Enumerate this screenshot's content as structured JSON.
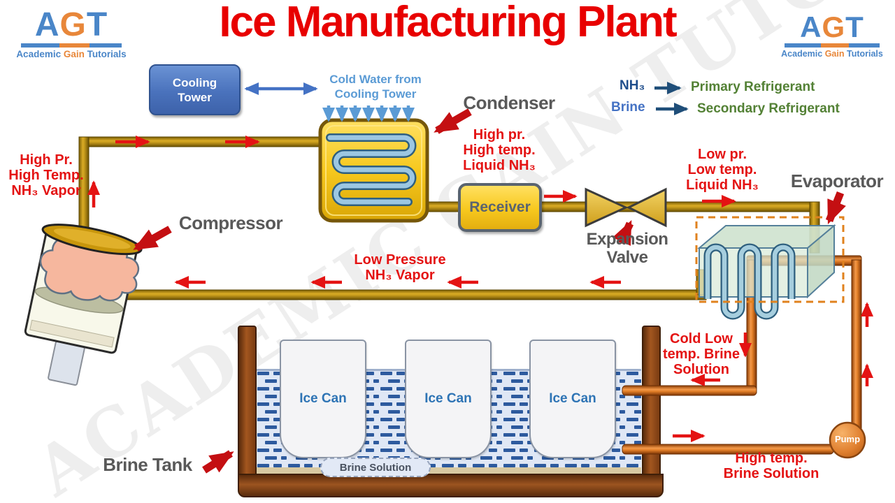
{
  "title": "Ice Manufacturing Plant",
  "watermark": {
    "text": "ACADEMIC GAIN TUTORIALS"
  },
  "branding": {
    "letters": {
      "a": "A",
      "g": "G",
      "t": "T"
    },
    "tagline": [
      "Academic",
      "Gain",
      "Tutorials"
    ]
  },
  "legend": {
    "rows": [
      {
        "term": "NH₃",
        "meaning": "Primary Refrigerant"
      },
      {
        "term": "Brine",
        "meaning": "Secondary Refrigerant"
      }
    ]
  },
  "labels": {
    "cooling_tower": "Cooling\nTower",
    "cold_water": "Cold Water from\nCooling Tower",
    "condenser": "Condenser",
    "receiver": "Receiver",
    "expansion_valve": "Expansion\nValve",
    "evaporator": "Evaporator",
    "compressor": "Compressor",
    "brine_tank": "Brine Tank",
    "brine_solution": "Brine Solution",
    "pump": "Pump"
  },
  "flow": {
    "high_pr_vapor": "High Pr.\nHigh Temp.\nNH₃ Vapor",
    "high_pr_liquid": "High pr.\nHigh temp.\nLiquid NH₃",
    "low_pr_liquid": "Low pr.\nLow temp.\nLiquid NH₃",
    "low_pressure_vapor": "Low Pressure\nNH₃ Vapor",
    "cold_brine": "Cold Low\ntemp. Brine\nSolution",
    "high_temp_brine": "High temp.\nBrine Solution"
  },
  "tank": {
    "ice_cans": [
      "Ice Can",
      "Ice Can",
      "Ice Can"
    ]
  },
  "colors": {
    "title_red": "#e80000",
    "flow_label_red": "#e41313",
    "component_gray": "#595959",
    "legend_green": "#538135",
    "nh3_blue": "#1f4e79",
    "brine_blue": "#4472c4",
    "cold_water_blue": "#5b9bd5",
    "pipe_gold": "#c79b1c",
    "pipe_orange": "#e07d26",
    "tank_brown": "#8b4513",
    "water_blue": "#dfe7f5",
    "dash_blue": "#2d5a9e",
    "condenser_yellow": "#f7c81e"
  }
}
